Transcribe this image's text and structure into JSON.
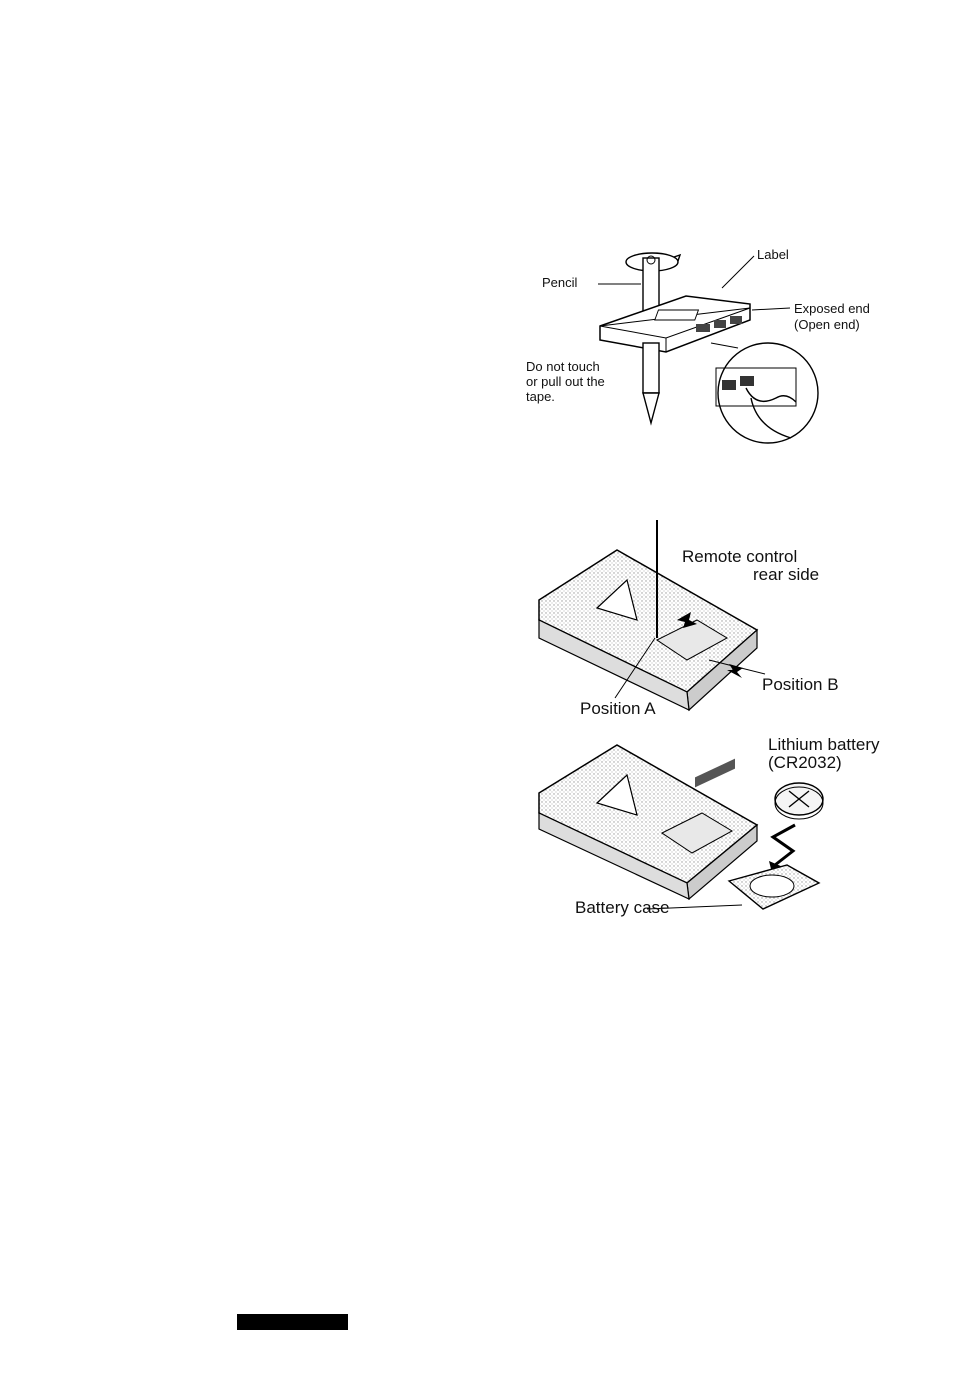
{
  "figure_cassette": {
    "label_label": "Label",
    "pencil_label": "Pencil",
    "exposed_end_line1": "Exposed end",
    "exposed_end_line2": "(Open end)",
    "warning_line1": "Do not touch",
    "warning_line2": "or pull out the",
    "warning_line3": "tape."
  },
  "figure_remote": {
    "title_line1": "Remote control",
    "title_line2": "rear side",
    "position_a": "Position A",
    "position_b": "Position B"
  },
  "figure_battery": {
    "battery_line1": "Lithium battery",
    "battery_line2": "(CR2032)",
    "battery_case": "Battery case"
  }
}
